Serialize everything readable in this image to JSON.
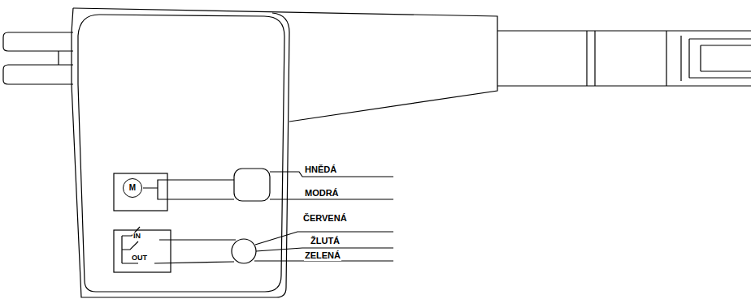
{
  "diagram": {
    "nodes": [
      {
        "text": [
          "M"
        ]
      },
      {
        "text": [
          "IN",
          "OUT"
        ]
      }
    ],
    "labels": [
      "HNĚDÁ",
      "MODRÁ",
      "ČERVENÁ",
      "ŽLUTÁ",
      "ZELENÁ"
    ]
  }
}
